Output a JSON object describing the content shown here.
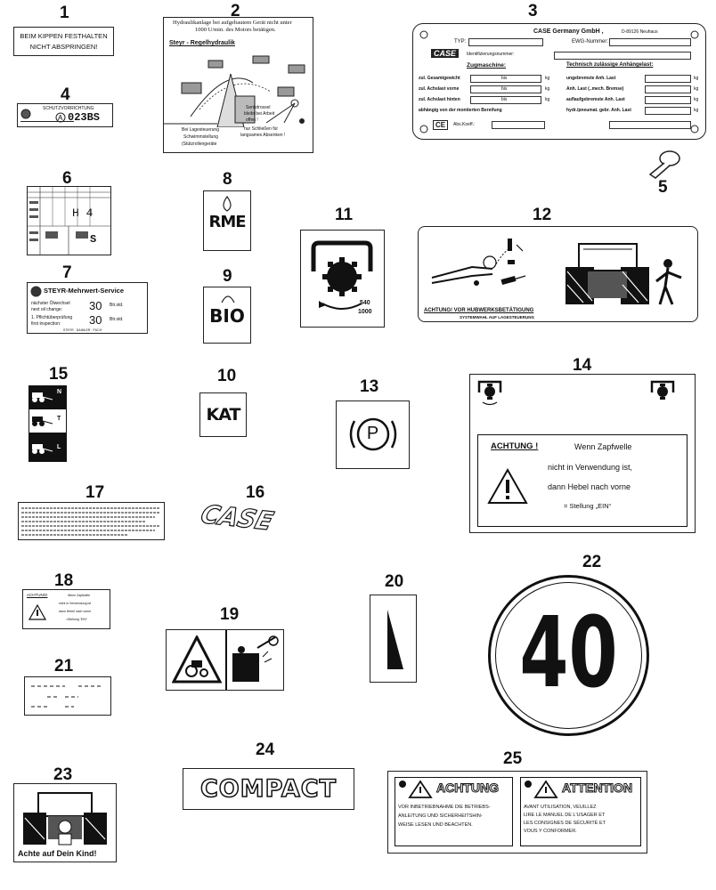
{
  "callouts": [
    "1",
    "2",
    "3",
    "4",
    "5",
    "6",
    "7",
    "8",
    "9",
    "10",
    "11",
    "12",
    "13",
    "14",
    "15",
    "16",
    "17",
    "18",
    "19",
    "20",
    "21",
    "22",
    "23",
    "24",
    "25"
  ],
  "label1": {
    "line1": "BEIM KIPPEN FESTHALTEN",
    "line2": "NICHT ABSPRINGEN!"
  },
  "label2": {
    "heading_line1": "Hydraulikanlage bei aufgebautem Gerät nicht unter",
    "heading_line2": "1000 U/min. des Motors betätigen.",
    "title": "Steyr - Regelhydraulik",
    "caption_left_1": "Bei Lagesteuerung",
    "caption_left_2": "Schwimmstellung",
    "caption_left_3": "(Stützrollengeräte",
    "caption_right_1": "Senkdrossel",
    "caption_right_2": "bleibt bei Arbeit",
    "caption_right_3": "offen !",
    "caption_right_4": "nur Schließen für",
    "caption_right_5": "langsames Absenken !"
  },
  "label3": {
    "company": "CASE Germany GmbH ,",
    "address": "D-89126 Neuhaus",
    "brand": "CASE",
    "typ": "TYP:",
    "ewg": "EWG-Nummer:",
    "ident": "Identifizierungsnummer:",
    "zug": "Zugmaschine:",
    "tech": "Technisch zulässige Anhängelast:",
    "rows_left": [
      "zul. Gesamtgewicht",
      "zul. Achslast vorne",
      "zul. Achslast hinten",
      "abhängig von der montierten Bereifung"
    ],
    "rows_right": [
      "ungebremste Anh. Last",
      "Anh. Last (..mech. Bremse)",
      "auflaufgebremste Anh. Last",
      "hydr./pneumat. gebr. Anh. Last"
    ],
    "bis": "bis",
    "kg": "kg",
    "ce": "CE",
    "abs": "Abs.Koeff.:"
  },
  "label4": {
    "text": "SCHUTZVORRICHTUNG",
    "number": "023BS"
  },
  "label6": {
    "big": "H 4",
    "lower": "S"
  },
  "label7": {
    "brand": "STEYR-Mehrwert-Service",
    "row1_de": "nächster Ölwechsel",
    "row1_en": "next oil change:",
    "row1_val": "30",
    "row1_unit": "Btr.std.",
    "row2_de": "1. Pflichtüberprüfung",
    "row2_en": "first inspection:",
    "row2_val": "30",
    "row2_unit": "Btr.std.",
    "footer": "STEYR · DAIMLER · PUCH"
  },
  "label8": {
    "text": "RME"
  },
  "label9": {
    "text": "BIO"
  },
  "label10": {
    "text": "KAT"
  },
  "label11": {
    "speed1": "540",
    "speed2": "1000"
  },
  "label12": {
    "caption1": "ACHTUNG! VOR HUBWERKSBETÄTIGUNG",
    "caption2": "SYSTEMWAHL AUF LAGESTEUERUNG"
  },
  "label13": {
    "text": "P"
  },
  "label14": {
    "title": "ACHTUNG !",
    "line1": "Wenn Zapfwelle",
    "line2": "nicht in Verwendung ist,",
    "line3": "dann Hebel nach vorne",
    "line4": "= Stellung „EIN“"
  },
  "label15": {
    "n": "N",
    "t": "T",
    "l": "L"
  },
  "label16": {
    "text": "CASE"
  },
  "label18": {
    "title": "ACHTUNG!",
    "line1": "Wenn Zapfwelle",
    "line2": "nicht in Verwendung ist",
    "line3": "dann Hebel nach vorne",
    "line4": "=Stellung \"EIN\""
  },
  "label22": {
    "text": "40"
  },
  "label23": {
    "caption": "Achte auf Dein Kind!"
  },
  "label24": {
    "text": "COMPACT"
  },
  "label25": {
    "de_title": "ACHTUNG",
    "de_line1": "VOR INBETRIEBNAHME DIE BETRIEBS-",
    "de_line2": "ANLEITUNG UND SICHERHEITSHIN-",
    "de_line3": "WEISE LESEN UND BEACHTEN.",
    "fr_title": "ATTENTION",
    "fr_line1": "AVANT UTILISATION, VEUILLEZ",
    "fr_line2": "LIRE LE MANUEL DE L'USAGER ET",
    "fr_line3": "LES CONSIGNES DE SÉCURITÉ ET",
    "fr_line4": "VOUS Y CONFORMER."
  }
}
